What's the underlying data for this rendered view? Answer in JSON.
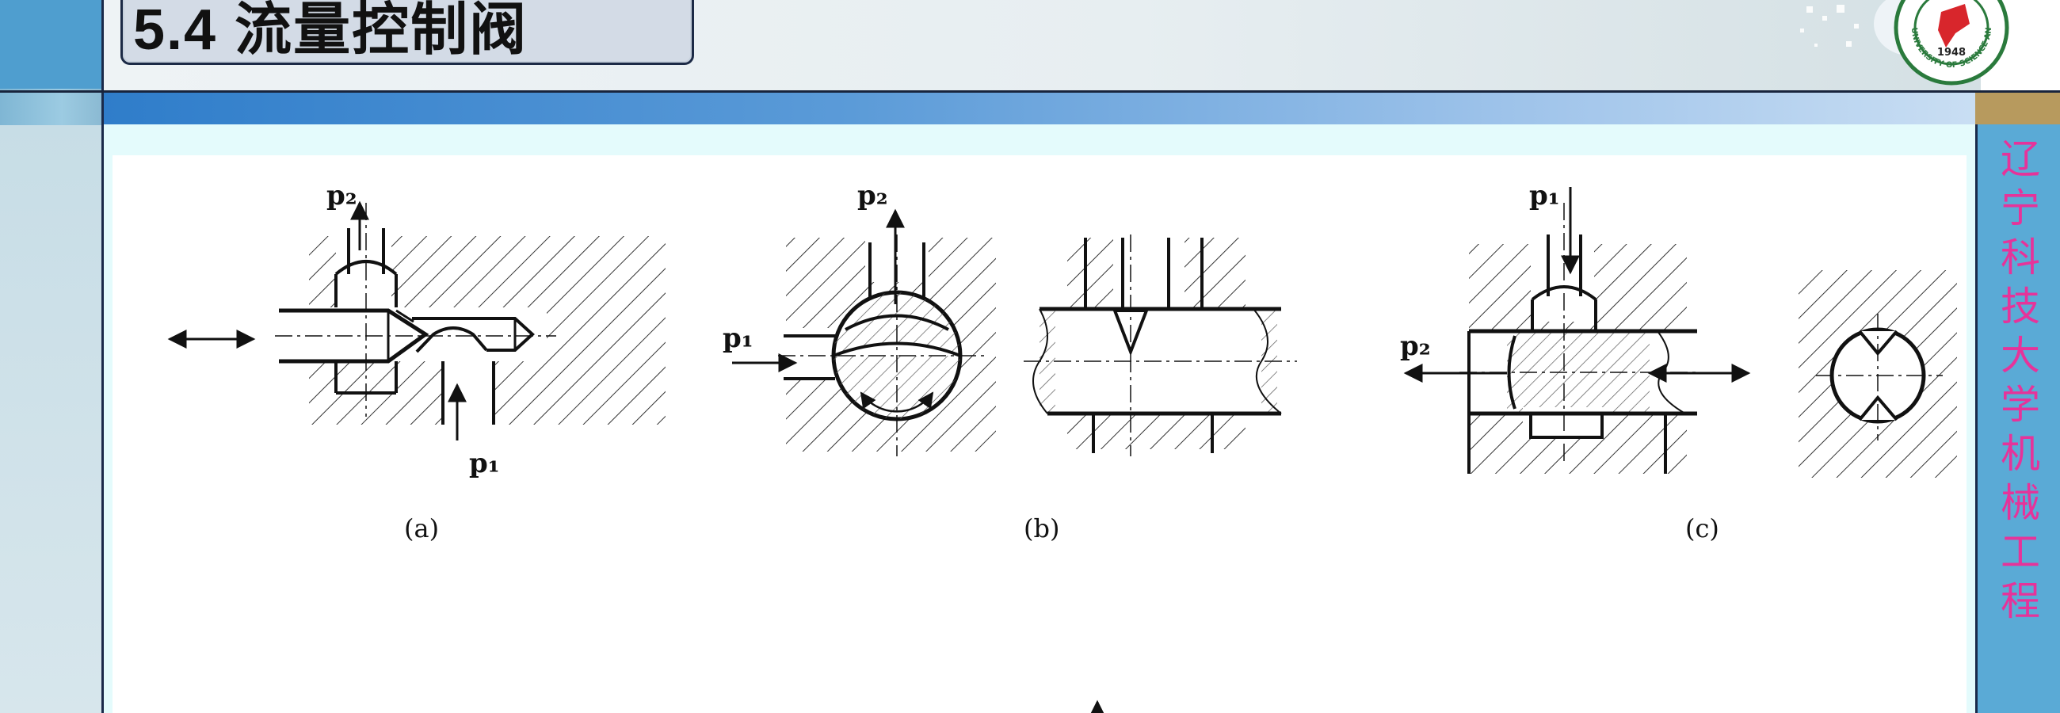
{
  "header": {
    "title": "5.4   流量控制阀"
  },
  "sidebar": {
    "chars": [
      "辽",
      "宁",
      "科",
      "技",
      "大",
      "学",
      "机",
      "械",
      "工",
      "程"
    ]
  },
  "logo": {
    "year": "1948",
    "ring_text": "UNIVERSITY OF SCIENCE AND TECHNOLOGY LIAONING"
  },
  "figure": {
    "a": {
      "caption": "(a)",
      "p_top": "p₂",
      "p_bottom": "p₁"
    },
    "b": {
      "caption": "(b)",
      "p_top": "p₂",
      "p_left": "p₁"
    },
    "c": {
      "caption": "(c)",
      "p_top": "p₁",
      "p_left": "p₂"
    }
  },
  "colors": {
    "accent_blue": "#2f7dca",
    "side_text": "#e6339a",
    "logo_red": "#d8262c",
    "logo_green": "#2a7a3c"
  }
}
